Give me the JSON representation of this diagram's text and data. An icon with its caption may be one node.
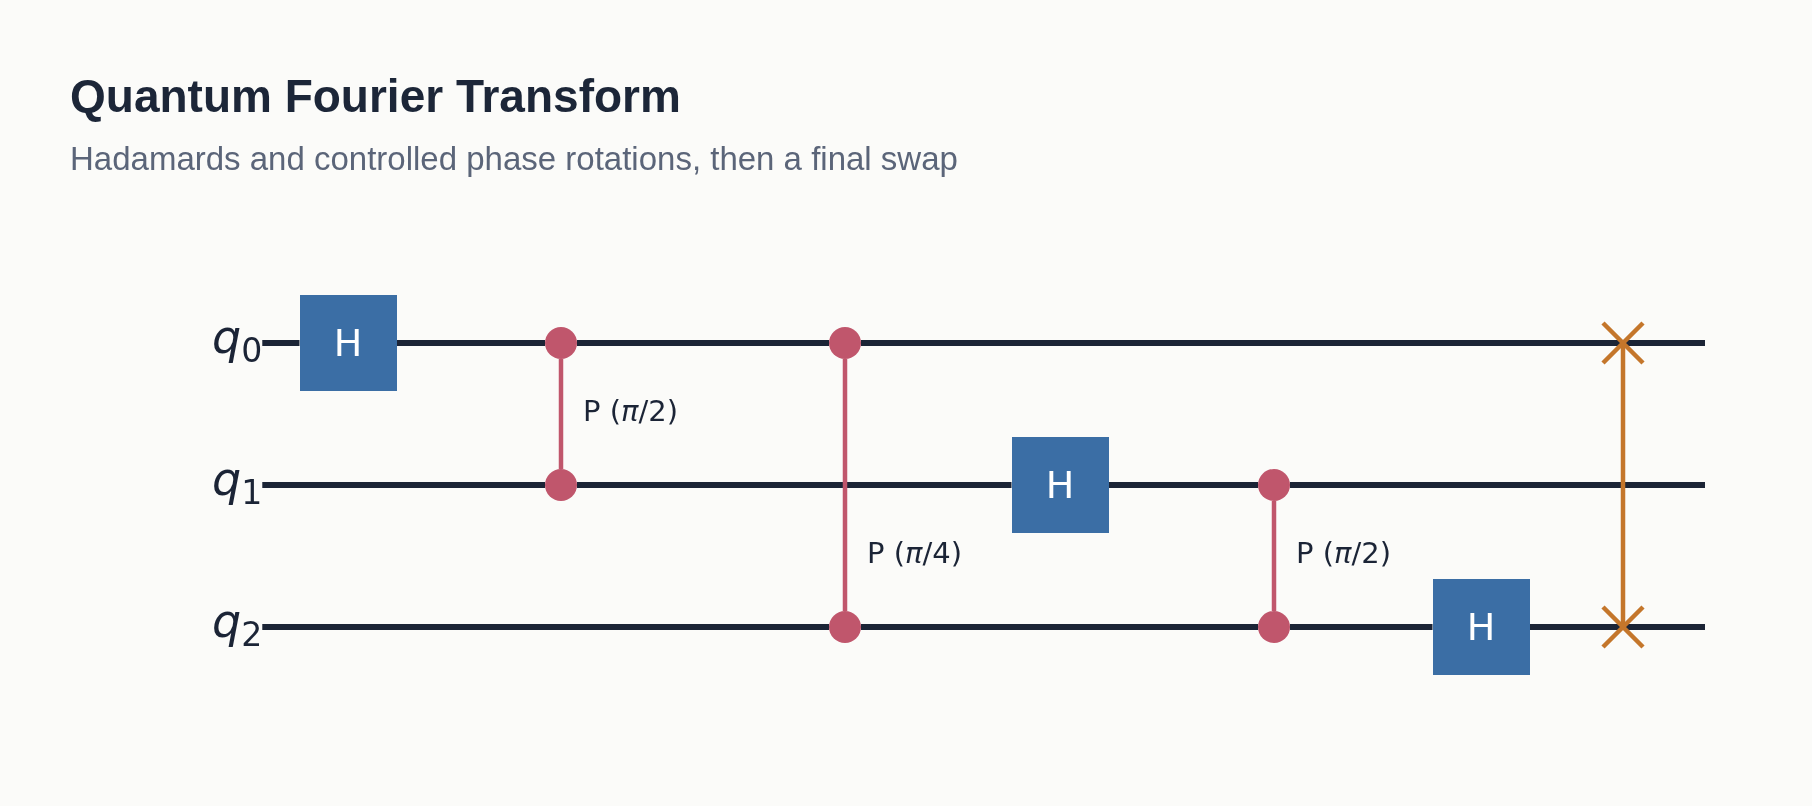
{
  "diagram": {
    "title": "Quantum Fourier Transform",
    "caption": "Hadamards and controlled phase rotations, then a final swap",
    "nodes": [
      {
        "text": [
          "*q*$_{0}$"
        ]
      },
      {
        "text": [
          "H"
        ]
      },
      {
        "text": [],
        "shape": "circle"
      },
      {
        "text": [],
        "shape": "circle"
      },
      {
        "text": [],
        "shape": "cross"
      },
      {
        "text": [
          "*q*$_{1}$"
        ]
      },
      {
        "text": [],
        "shape": "circle"
      },
      {
        "text": [
          "H"
        ]
      },
      {
        "text": [],
        "shape": "circle"
      },
      {
        "text": [
          "*q*$_{2}$"
        ]
      },
      {
        "text": [],
        "shape": "circle"
      },
      {
        "text": [],
        "shape": "circle"
      },
      {
        "text": [
          "H"
        ]
      },
      {
        "text": [],
        "shape": "cross"
      }
    ],
    "edges": [
      {
        "from": 0,
        "to": 1,
        "arrow": "none"
      },
      {
        "from": 1,
        "to": 2,
        "arrow": "none"
      },
      {
        "from": 2,
        "to": 3,
        "arrow": "none"
      },
      {
        "from": 3,
        "to": 4,
        "arrow": "none"
      },
      {
        "from": 4,
        "to": null,
        "arrow": "none"
      },
      {
        "from": 5,
        "to": 6,
        "arrow": "none"
      },
      {
        "from": 6,
        "to": 7,
        "arrow": "none"
      },
      {
        "from": 7,
        "to": 8,
        "arrow": "none"
      },
      {
        "from": 8,
        "to": null,
        "arrow": "none"
      },
      {
        "from": 9,
        "to": 10,
        "arrow": "none"
      },
      {
        "from": 10,
        "to": 11,
        "arrow": "none"
      },
      {
        "from": 11,
        "to": 12,
        "arrow": "none"
      },
      {
        "from": 12,
        "to": 13,
        "arrow": "none"
      },
      {
        "from": 13,
        "to": null,
        "arrow": "none"
      },
      {
        "from": 2,
        "to": 6,
        "arrow": "none",
        "label": "P (*π*/2)",
        "color": "#c0566c"
      },
      {
        "from": 3,
        "to": 10,
        "arrow": "none",
        "label": "P (*π*/4)",
        "color": "#c0566c"
      },
      {
        "from": 8,
        "to": 11,
        "arrow": "none",
        "label": "P (*π*/2)",
        "color": "#c0566c"
      },
      {
        "from": 4,
        "to": 13,
        "arrow": "none",
        "color": "#c4762b"
      }
    ]
  }
}
